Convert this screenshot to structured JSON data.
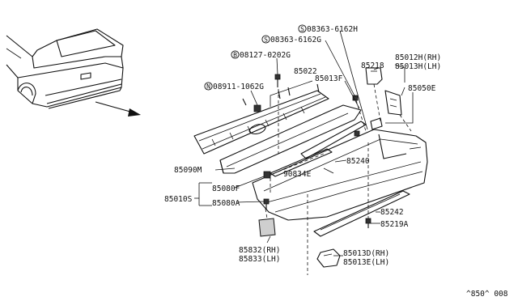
{
  "labels": {
    "p_08363_6162H": "08363-6162H",
    "p_08363_6162G": "08363-6162G",
    "p_08127_0202G": "08127-0202G",
    "p_85022": "85022",
    "p_85013F": "85013F",
    "p_85218": "85218",
    "p_85012H": "85012H(RH)",
    "p_85013H": "85013H(LH)",
    "p_85050E": "85050E",
    "p_08911_1062G": "08911-1062G",
    "p_85090M": "85090M",
    "p_85240": "85240",
    "p_90834E": "90834E",
    "p_85080F": "85080F",
    "p_85010S": "85010S",
    "p_85080A": "85080A",
    "p_85242": "85242",
    "p_85219A": "85219A",
    "p_85832": "85832(RH)",
    "p_85833": "85833(LH)",
    "p_85013D": "85013D(RH)",
    "p_85013E": "85013E(LH)",
    "diagram_code": "^850^ 008"
  },
  "prefix_marks": {
    "s": "S",
    "b": "B",
    "n": "N"
  }
}
